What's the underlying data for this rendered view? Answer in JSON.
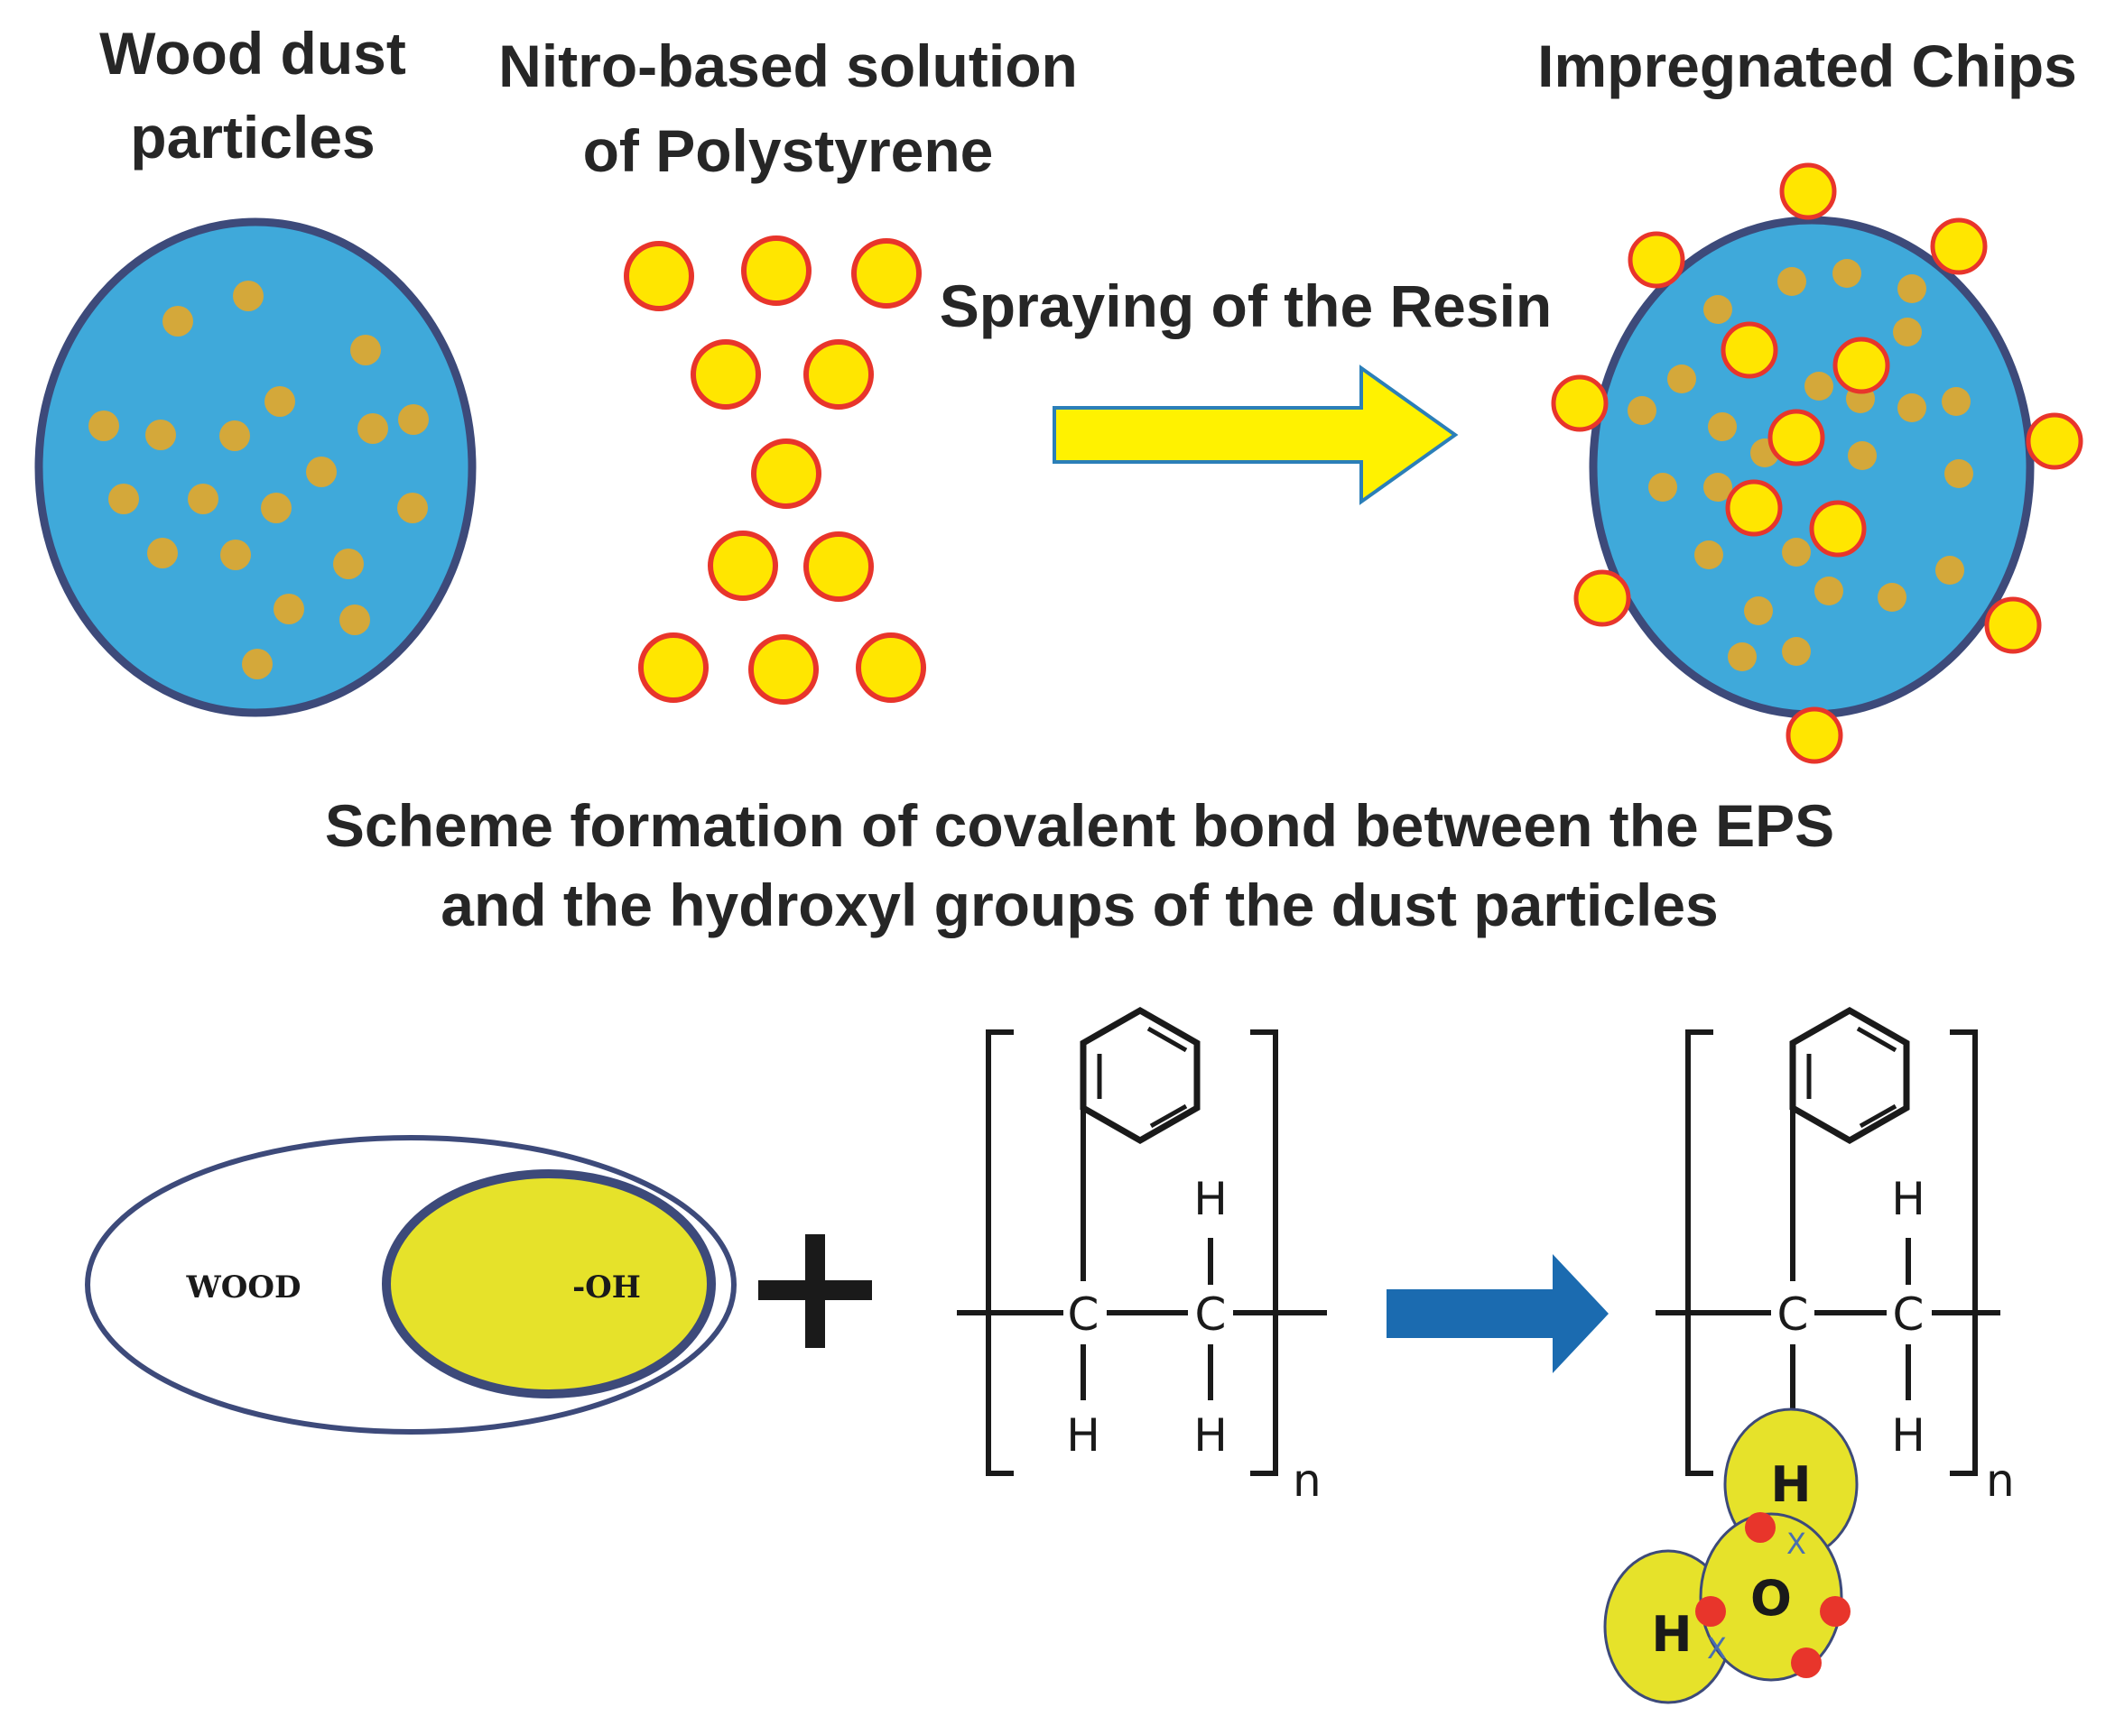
{
  "labels": {
    "wood_dust_line1": "Wood dust",
    "wood_dust_line2": "particles",
    "nitro_line1": "Nitro-based solution",
    "nitro_line2": "of Polystyrene",
    "spraying": "Spraying of the Resin",
    "impregnated": "Impregnated Chips",
    "scheme_line1": "Scheme formation of covalent bond between the EPS",
    "scheme_line2": "and the hydroxyl groups of the dust particles",
    "wood": "WOOD",
    "oh": "-OH",
    "plus": "+",
    "n": "n",
    "carbon": "C",
    "hydrogen": "H",
    "oxygen": "O",
    "x_mark": "X"
  },
  "colors": {
    "particle_fill": "#3FA9DA",
    "particle_stroke": "#3D4A7A",
    "dust_dot": "#D4A83A",
    "resin_fill": "#FFE600",
    "resin_stroke": "#E8352B",
    "arrow_yellow": "#FFF200",
    "arrow_yellow_stroke": "#2B7FB8",
    "arrow_blue": "#1B6BB0",
    "oh_fill": "#E6E22A",
    "electron": "#E8352B"
  }
}
